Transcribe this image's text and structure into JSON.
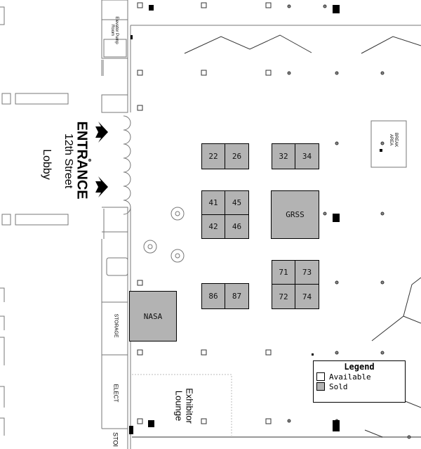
{
  "entrance": {
    "title": "ENTRANCE",
    "street": "12th Street",
    "lobby": "Lobby"
  },
  "rooms": {
    "elevator": "Elevator Pump Room",
    "storage": "STORAGE",
    "elect": "ELECT",
    "stor_short": "STOI",
    "exhibitor_lounge_1": "Exhibitor",
    "exhibitor_lounge_2": "Lounge",
    "break_area_1": "BREAK",
    "break_area_2": "AREA"
  },
  "booths": {
    "b22": "22",
    "b26": "26",
    "b32": "32",
    "b34": "34",
    "b41": "41",
    "b45": "45",
    "b42": "42",
    "b46": "46",
    "grss": "GRSS",
    "b71": "71",
    "b73": "73",
    "b72": "72",
    "b74": "74",
    "b86": "86",
    "b87": "87",
    "nasa": "NASA"
  },
  "legend": {
    "title": "Legend",
    "available": "Available",
    "sold": "Sold",
    "available_color": "#ffffff",
    "sold_color": "#b3b3b3"
  }
}
